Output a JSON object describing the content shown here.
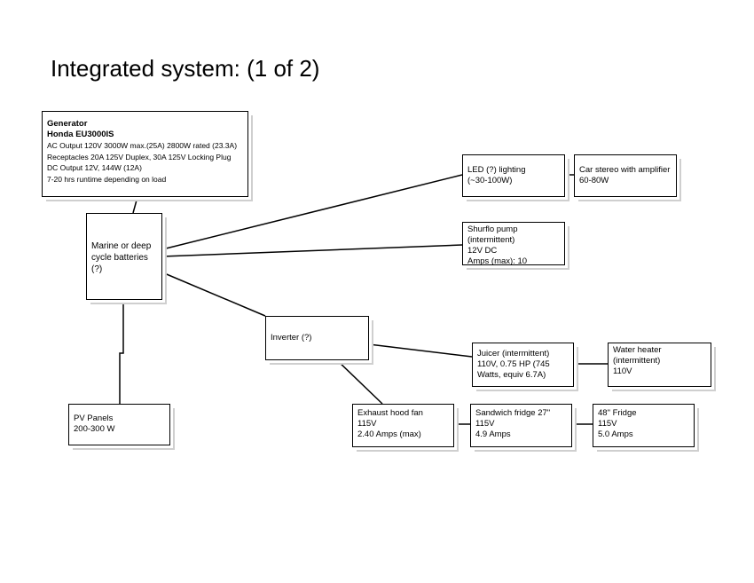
{
  "title": "Integrated system: (1 of 2)",
  "nodes": {
    "generator": {
      "lines": [
        "Generator",
        "Honda EU3000IS",
        "AC Output  120V 3000W max.(25A) 2800W rated (23.3A)",
        "Receptacles  20A 125V Duplex, 30A 125V Locking Plug",
        "DC Output  12V, 144W (12A)",
        "7-20 hrs runtime depending on load"
      ]
    },
    "batteries": {
      "lines": [
        "Marine or deep",
        "cycle batteries",
        "(?)"
      ]
    },
    "pv_panels": {
      "lines": [
        "PV Panels",
        "200-300 W"
      ]
    },
    "led_lighting": {
      "lines": [
        "LED (?) lighting",
        "(~30-100W)"
      ]
    },
    "car_stereo": {
      "lines": [
        "Car stereo with amplifier",
        "60-80W"
      ]
    },
    "shurflo_pump": {
      "lines": [
        "Shurflo pump",
        "(intermittent)",
        "12V DC",
        "Amps (max): 10"
      ]
    },
    "inverter": {
      "lines": [
        "Inverter (?)"
      ]
    },
    "juicer": {
      "lines": [
        "Juicer (intermittent)",
        "110V, 0.75 HP (745",
        "Watts, equiv 6.7A)"
      ]
    },
    "water_heater": {
      "lines": [
        "Water heater",
        "(intermittent)",
        "110V"
      ]
    },
    "exhaust_hood_fan": {
      "lines": [
        "Exhaust hood fan",
        "115V",
        "2.40 Amps (max)"
      ]
    },
    "sandwich_fridge": {
      "lines": [
        "Sandwich fridge 27\"",
        "115V",
        "4.9 Amps"
      ]
    },
    "fridge_48": {
      "lines": [
        "48\" Fridge",
        "115V",
        "5.0 Amps"
      ]
    }
  },
  "edges": [
    [
      "generator",
      "batteries"
    ],
    [
      "batteries",
      "pv_panels"
    ],
    [
      "batteries",
      "led_lighting"
    ],
    [
      "batteries",
      "shurflo_pump"
    ],
    [
      "batteries",
      "inverter"
    ],
    [
      "led_lighting",
      "car_stereo"
    ],
    [
      "inverter",
      "juicer"
    ],
    [
      "inverter",
      "exhaust_hood_fan"
    ],
    [
      "juicer",
      "water_heater"
    ],
    [
      "exhaust_hood_fan",
      "sandwich_fridge"
    ],
    [
      "sandwich_fridge",
      "fridge_48"
    ]
  ]
}
